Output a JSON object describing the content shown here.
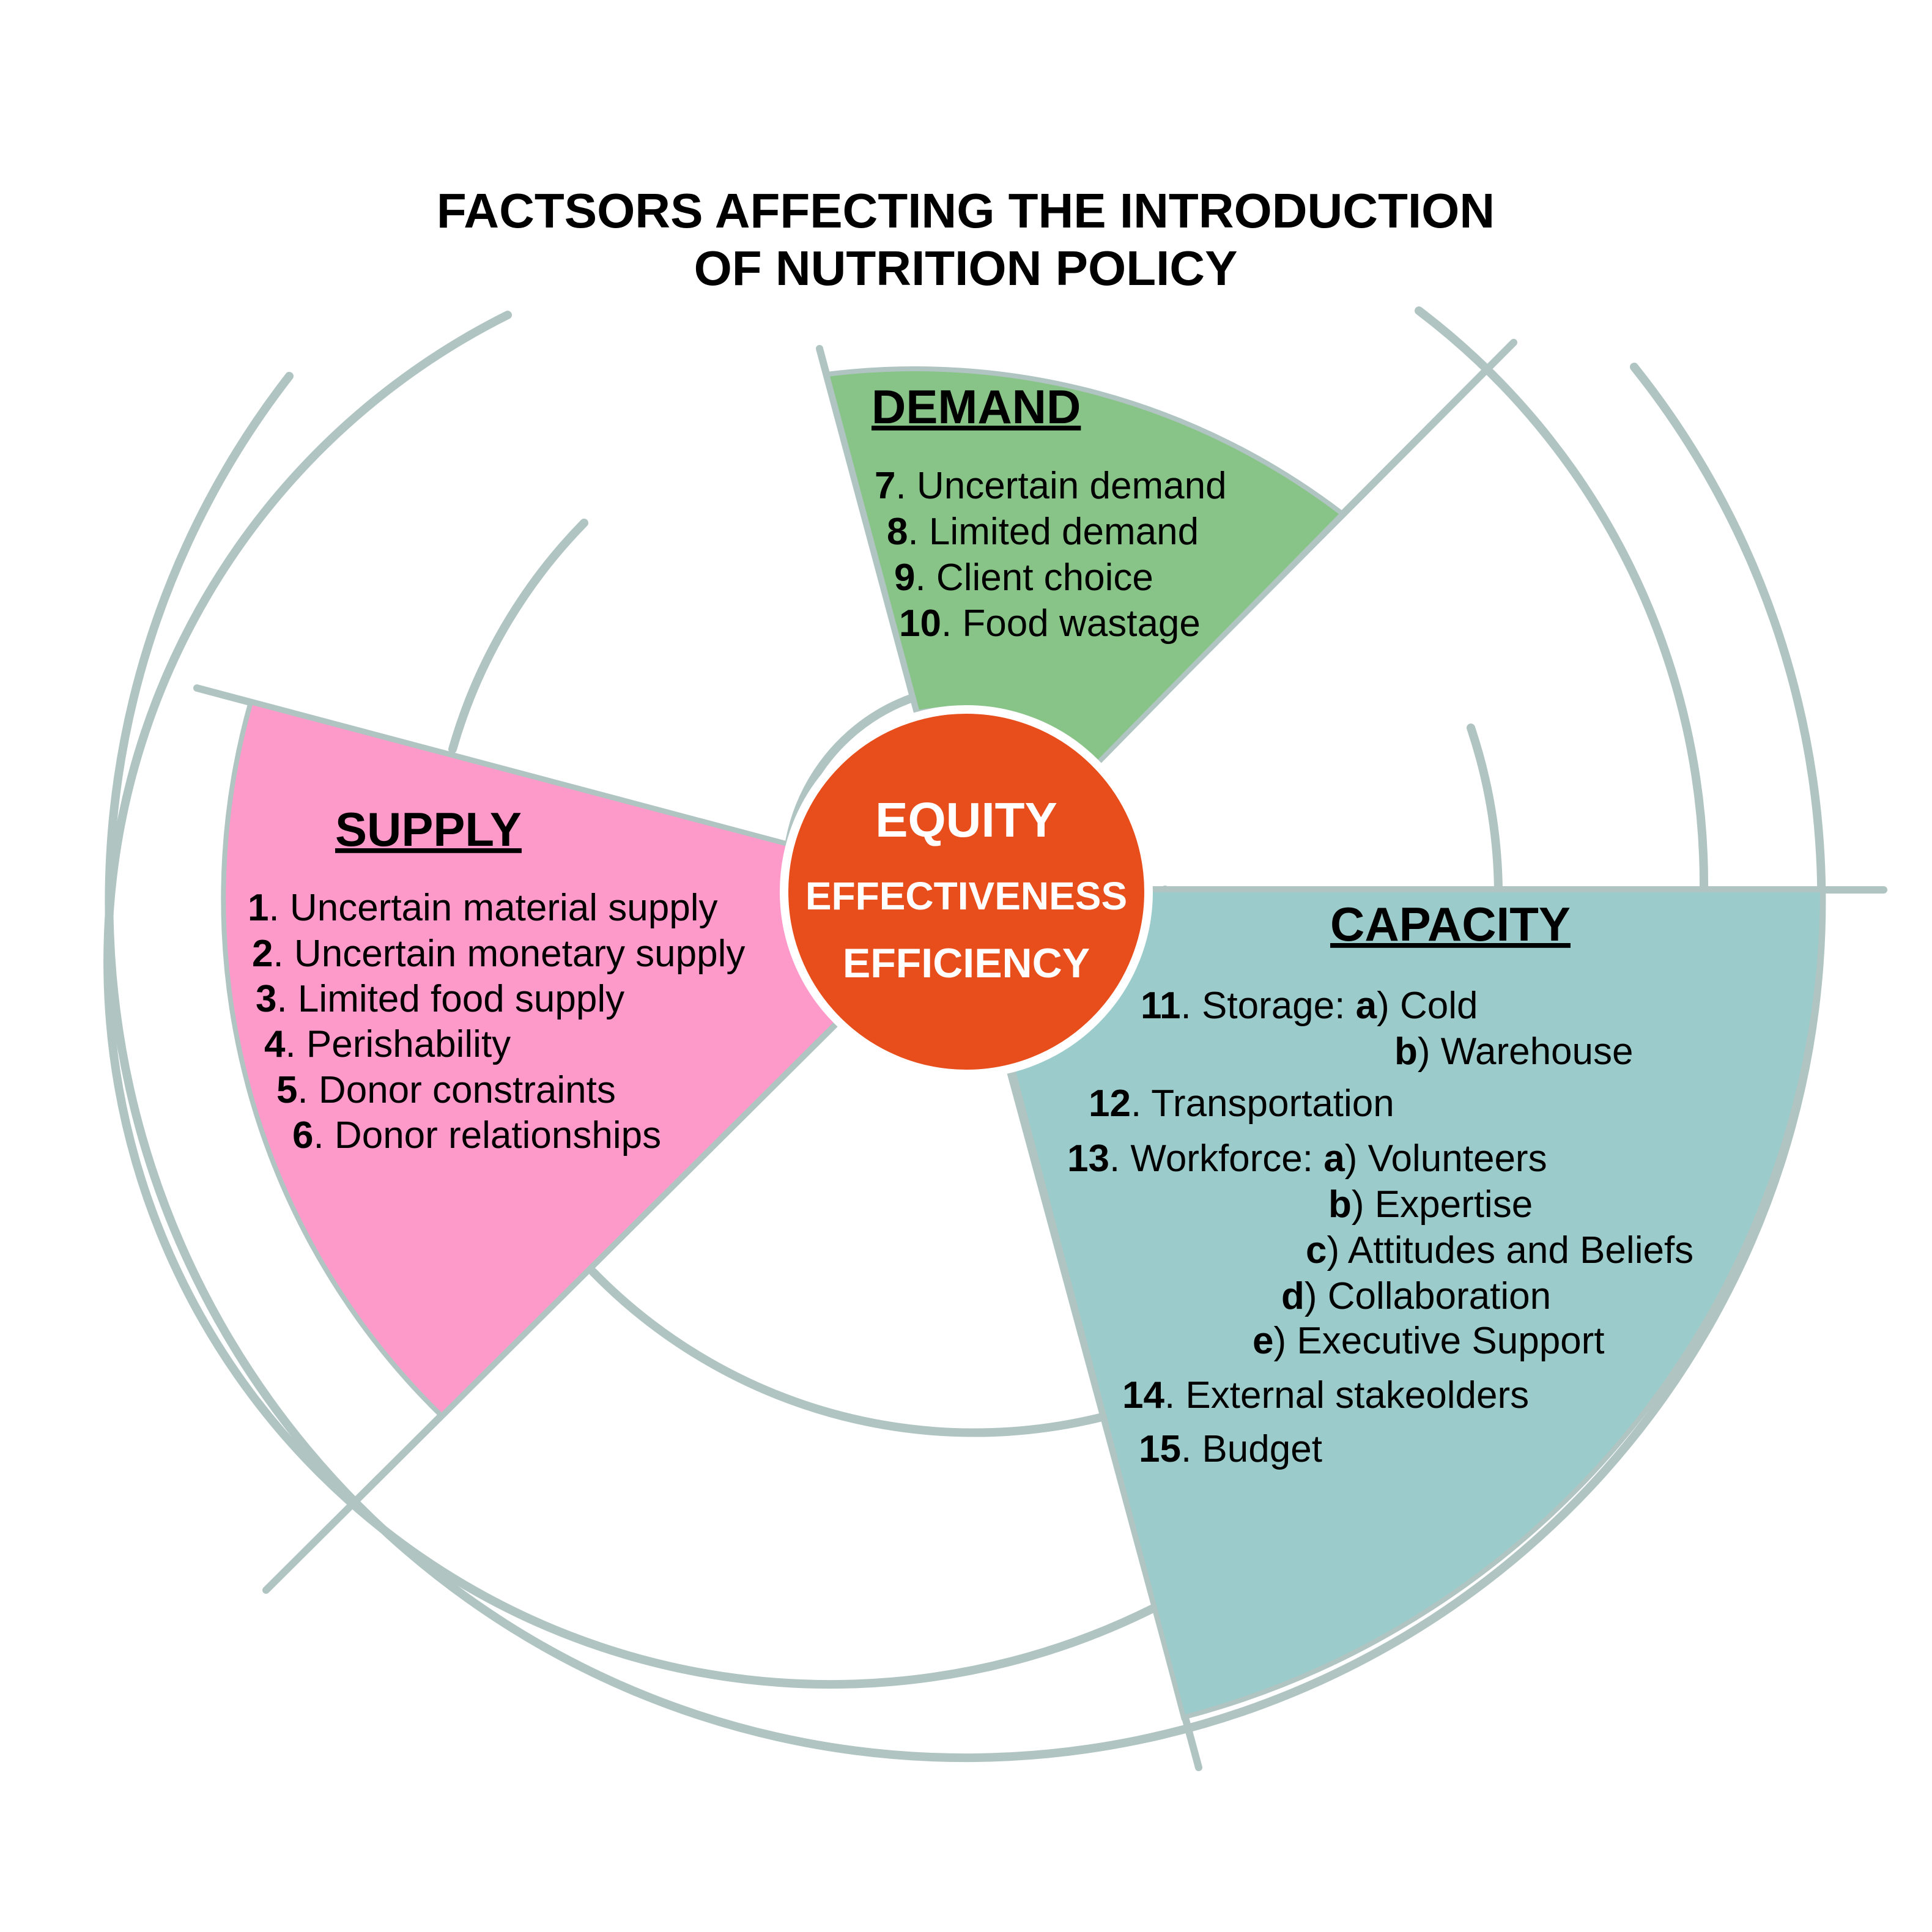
{
  "title": {
    "line1": "FACTSORS AFFECTING THE INTRODUCTION",
    "line2": "OF NUTRITION POLICY"
  },
  "core": {
    "line1": "EQUITY",
    "line2": "EFFECTIVENESS",
    "line3": "EFFICIENCY",
    "color": "#e84e1b"
  },
  "demand": {
    "title": "DEMAND",
    "color": "#88c487",
    "items": [
      {
        "num": "7",
        "text": ". Uncertain demand"
      },
      {
        "num": "8",
        "text": ". Limited demand"
      },
      {
        "num": "9",
        "text": ". Client choice"
      },
      {
        "num": "10",
        "text": ". Food wastage"
      }
    ]
  },
  "supply": {
    "title": "SUPPLY",
    "color": "#fe9ac9",
    "items": [
      {
        "num": "1",
        "text": ". Uncertain material supply"
      },
      {
        "num": "2",
        "text": ". Uncertain monetary supply"
      },
      {
        "num": "3",
        "text": ". Limited food supply"
      },
      {
        "num": "4",
        "text": ". Perishability"
      },
      {
        "num": "5",
        "text": ". Donor constraints"
      },
      {
        "num": "6",
        "text": ". Donor relationships"
      }
    ]
  },
  "capacity": {
    "title": "CAPACITY",
    "color": "#9bcbcb",
    "items": [
      {
        "num": "11",
        "text": ". Storage:  ",
        "sub": "a",
        "subtext": ") Cold"
      },
      {
        "sub": "b",
        "subtext": ") Warehouse"
      },
      {
        "num": "12",
        "text": ". Transportation"
      },
      {
        "num": "13",
        "text": ". Workforce:  ",
        "sub": "a",
        "subtext": ") Volunteers"
      },
      {
        "sub": "b",
        "subtext": ") Expertise"
      },
      {
        "sub": "c",
        "subtext": ") Attitudes and Beliefs"
      },
      {
        "sub": "d",
        "subtext": ") Collaboration"
      },
      {
        "sub": "e",
        "subtext": ") Executive Support"
      },
      {
        "num": "14",
        "text": ". External stakeolders"
      },
      {
        "num": "15",
        "text": ". Budget"
      }
    ]
  },
  "ring_color": "#b0c4c2"
}
